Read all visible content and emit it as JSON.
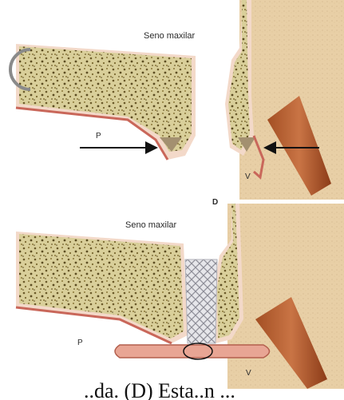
{
  "top_panel": {
    "sinus_label": "Seno maxilar",
    "palatal_letter": "P",
    "vestibular_letter": "V"
  },
  "bottom_panel": {
    "panel_letter": "D",
    "sinus_label": "Seno maxilar",
    "palatal_letter": "P",
    "vestibular_letter": "V"
  },
  "caption": "..da. (D) Esta..n  ..."
}
